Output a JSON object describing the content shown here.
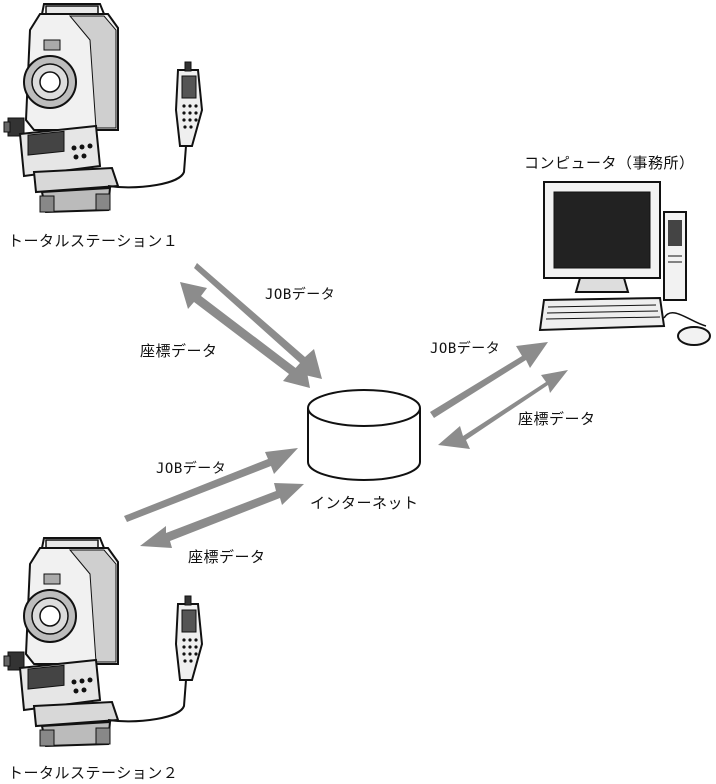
{
  "devices": {
    "station1_label": "トータルステーション１",
    "station2_label": "トータルステーション２",
    "computer_label": "コンピュータ（事務所）",
    "internet_label": "インターネット"
  },
  "flows": {
    "station1_job": "JOBデータ",
    "station1_coord": "座標データ",
    "station2_job": "JOBデータ",
    "station2_coord": "座標データ",
    "computer_job": "JOBデータ",
    "computer_coord": "座標データ"
  },
  "colors": {
    "arrow": "#8c8c8c",
    "line": "#111111",
    "screen": "#222222"
  }
}
